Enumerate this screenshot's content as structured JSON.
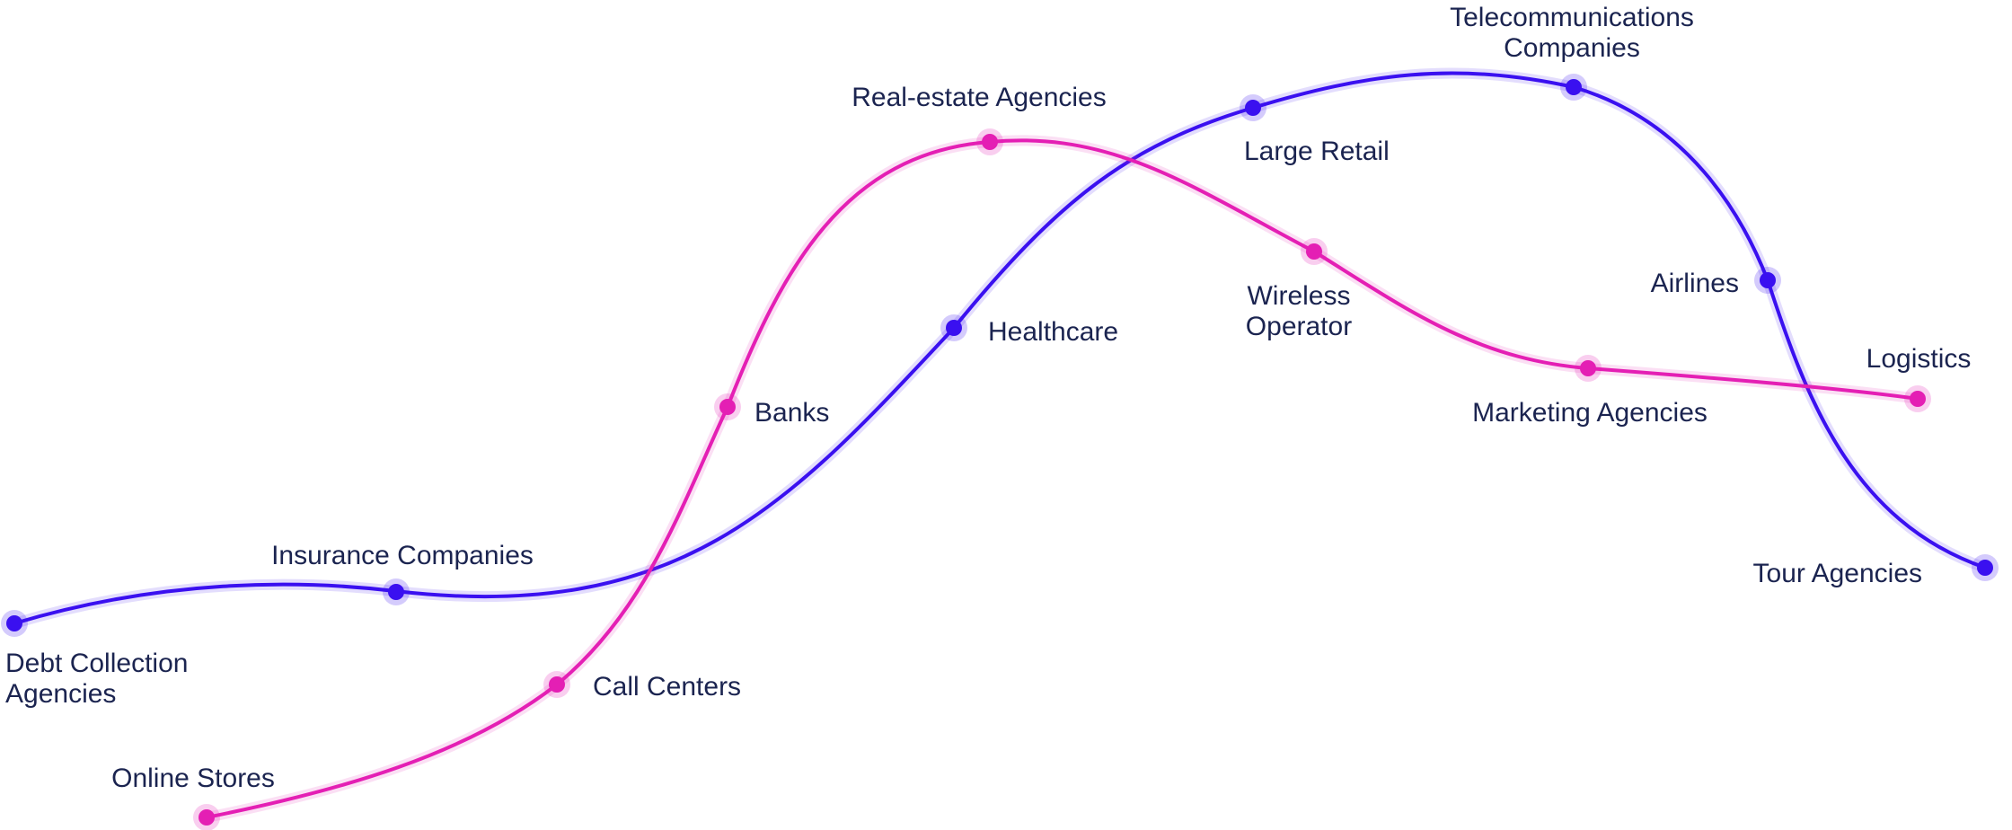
{
  "colors": {
    "blue": "#3a10f0",
    "magenta": "#e41fb4",
    "label": "#1b2450"
  },
  "blue_line": {
    "nodes": [
      {
        "label": [
          "Debt Collection",
          "Agencies"
        ]
      },
      {
        "label": [
          "Insurance Companies"
        ]
      },
      {
        "label": [
          "Healthcare"
        ]
      },
      {
        "label": [
          "Large Retail"
        ]
      },
      {
        "label": [
          "Telecommunications",
          "Companies"
        ]
      },
      {
        "label": [
          "Airlines"
        ]
      },
      {
        "label": [
          "Tour Agencies"
        ]
      }
    ]
  },
  "magenta_line": {
    "nodes": [
      {
        "label": [
          "Online Stores"
        ]
      },
      {
        "label": [
          "Call Centers"
        ]
      },
      {
        "label": [
          "Banks"
        ]
      },
      {
        "label": [
          "Real-estate Agencies"
        ]
      },
      {
        "label": [
          "Wireless",
          "Operator"
        ]
      },
      {
        "label": [
          "Marketing Agencies"
        ]
      },
      {
        "label": [
          "Logistics"
        ]
      }
    ]
  }
}
